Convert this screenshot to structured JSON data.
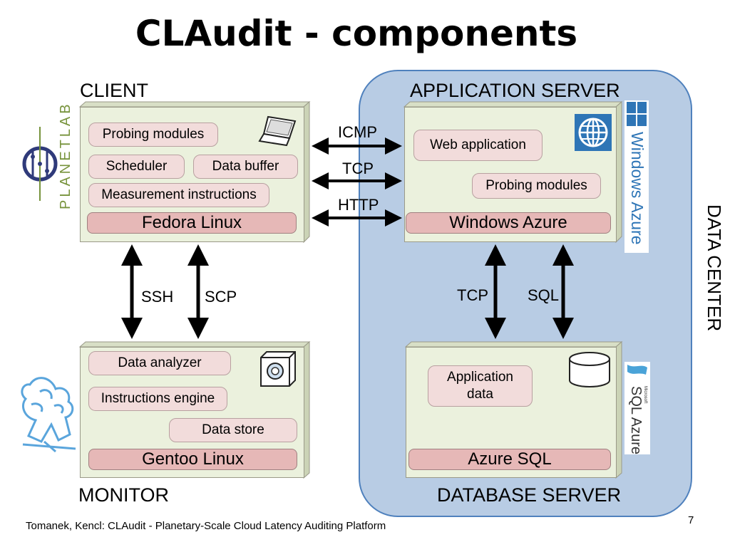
{
  "title": "CLAudit - components",
  "sections": {
    "client": "CLIENT",
    "app_server": "APPLICATION SERVER",
    "monitor": "MONITOR",
    "db_server": "DATABASE SERVER",
    "data_center": "DATA CENTER"
  },
  "client": {
    "modules": [
      "Probing modules",
      "Scheduler",
      "Data buffer",
      "Measurement instructions"
    ],
    "os": "Fedora Linux",
    "logo_text": "PLANETLAB"
  },
  "app_server": {
    "modules": [
      "Web application",
      "Probing modules"
    ],
    "os": "Windows Azure",
    "logo_text": "Windows Azure"
  },
  "monitor": {
    "modules": [
      "Data analyzer",
      "Instructions engine",
      "Data store"
    ],
    "os": "Gentoo Linux"
  },
  "db_server": {
    "modules": [
      "Application\ndata"
    ],
    "os": "Azure SQL",
    "logo_text": "SQL Azure",
    "logo_small": "Microsoft"
  },
  "protocols": {
    "client_app": [
      "ICMP",
      "TCP",
      "HTTP"
    ],
    "client_monitor": [
      "SSH",
      "SCP"
    ],
    "app_db": [
      "TCP",
      "SQL"
    ]
  },
  "footer": "Tomanek, Kencl: CLAudit - Planetary-Scale Cloud Latency Auditing Platform",
  "page_number": "7",
  "colors": {
    "data_center_fill": "#b8cce4",
    "box_fill": "#ebf1dd",
    "module_fill": "#f2dcdb",
    "os_fill": "#e6b8b7",
    "planetlab_green": "#77933c",
    "azure_blue": "#2e75b6"
  }
}
